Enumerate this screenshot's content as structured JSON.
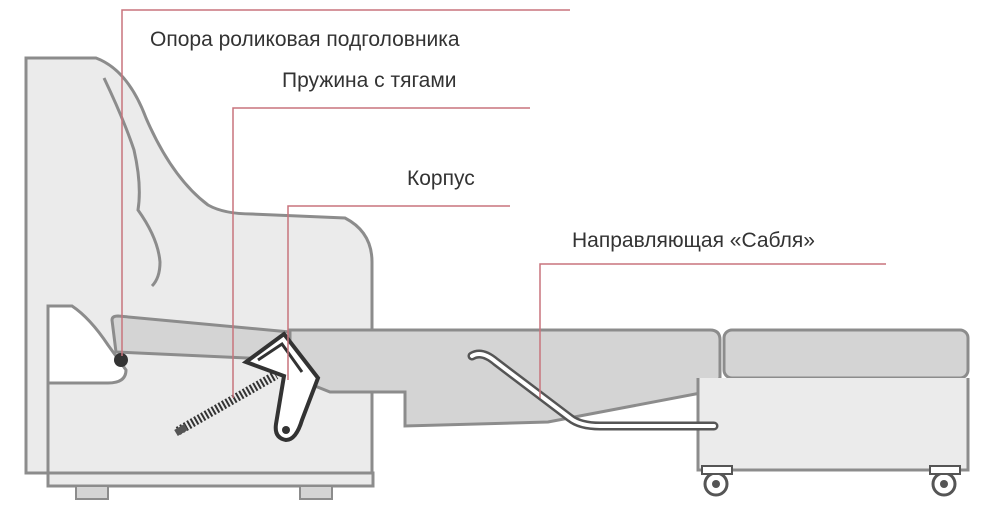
{
  "diagram": {
    "labels": [
      {
        "id": "headrest-roller-support",
        "text": "Опора роликовая подголовника"
      },
      {
        "id": "spring-with-rods",
        "text": "Пружина с тягами"
      },
      {
        "id": "body",
        "text": "Корпус"
      },
      {
        "id": "saber-guide",
        "text": "Направляющая «Сабля»"
      }
    ],
    "colors": {
      "outline": "#8c8c8c",
      "fill_light": "#ebebeb",
      "fill_mid": "#d4d4d4",
      "leader": "#c8747d",
      "text": "#333333"
    }
  }
}
